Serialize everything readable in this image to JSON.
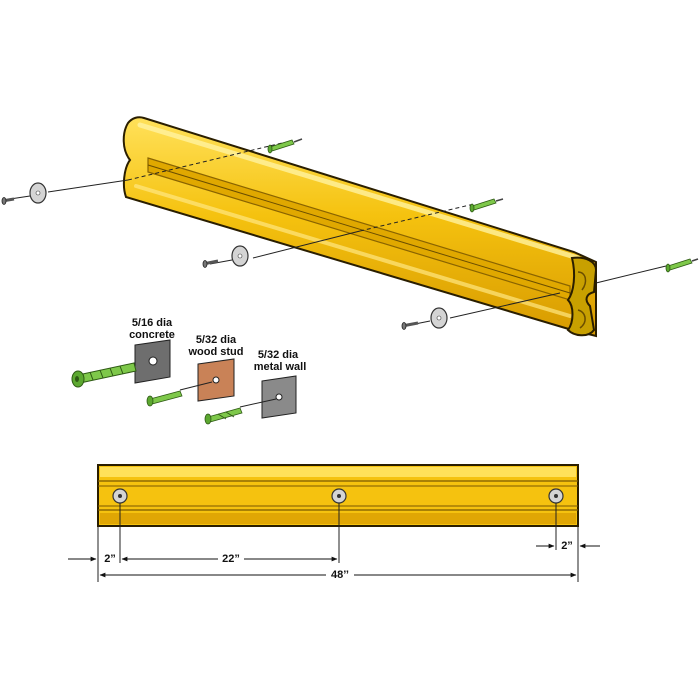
{
  "colors": {
    "rail_yellow": "#f5c20f",
    "rail_highlight": "#ffe15a",
    "rail_shadow": "#d79a00",
    "rail_outline": "#2a1e00",
    "anchor_green": "#7ec84a",
    "washer_grey": "#d4d4d4",
    "concrete_swatch": "#6e6e6e",
    "wood_swatch": "#c98257",
    "metal_swatch": "#8a8a8a"
  },
  "mounting_options": [
    {
      "size": "5/16 dia",
      "material": "concrete"
    },
    {
      "size": "5/32 dia",
      "material": "wood stud"
    },
    {
      "size": "5/32 dia",
      "material": "metal wall"
    }
  ],
  "dimensions": {
    "left_end": "2”",
    "hole_spacing": "22”",
    "right_end": "2”",
    "overall_length": "48’’"
  }
}
